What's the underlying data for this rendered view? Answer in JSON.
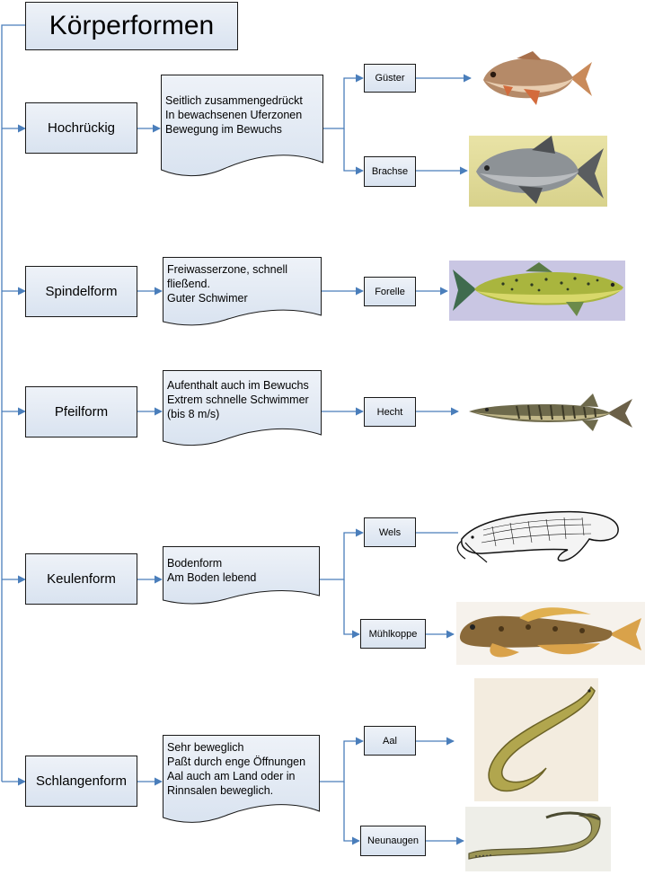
{
  "title": "Körperformen",
  "categories": [
    {
      "name": "Hochrückig",
      "desc": [
        "Seitlich zusammengedrückt",
        "In bewachsenen Uferzonen",
        "Bewegung im Bewuchs"
      ],
      "fish": [
        "Güster",
        "Brachse"
      ]
    },
    {
      "name": "Spindelform",
      "desc": [
        "Freiwasserzone, schnell",
        "fließend.",
        "Guter Schwimer"
      ],
      "fish": [
        "Forelle"
      ]
    },
    {
      "name": "Pfeilform",
      "desc": [
        "Aufenthalt auch im Bewuchs",
        "Extrem schnelle Schwimmer",
        "(bis 8 m/s)"
      ],
      "fish": [
        "Hecht"
      ]
    },
    {
      "name": "Keulenform",
      "desc": [
        "Bodenform",
        "Am Boden lebend"
      ],
      "fish": [
        "Wels",
        "Mühlkoppe"
      ]
    },
    {
      "name": "Schlangenform",
      "desc": [
        "Sehr beweglich",
        "Paßt durch enge Öffnungen",
        "Aal auch am Land oder in",
        "Rinnsalen beweglich."
      ],
      "fish": [
        "Aal",
        "Neunaugen"
      ]
    }
  ],
  "colors": {
    "connector": "#4a7ebb",
    "box_border": "#1a1a1a",
    "box_fill_top": "#eef2f8",
    "box_fill_bottom": "#d9e3f0"
  },
  "icons": [
    "guester-fish-image",
    "brachse-fish-image",
    "forelle-fish-image",
    "hecht-fish-image",
    "wels-fish-drawing",
    "muehlkoppe-fish-image",
    "aal-fish-image",
    "neunaugen-fish-image"
  ]
}
